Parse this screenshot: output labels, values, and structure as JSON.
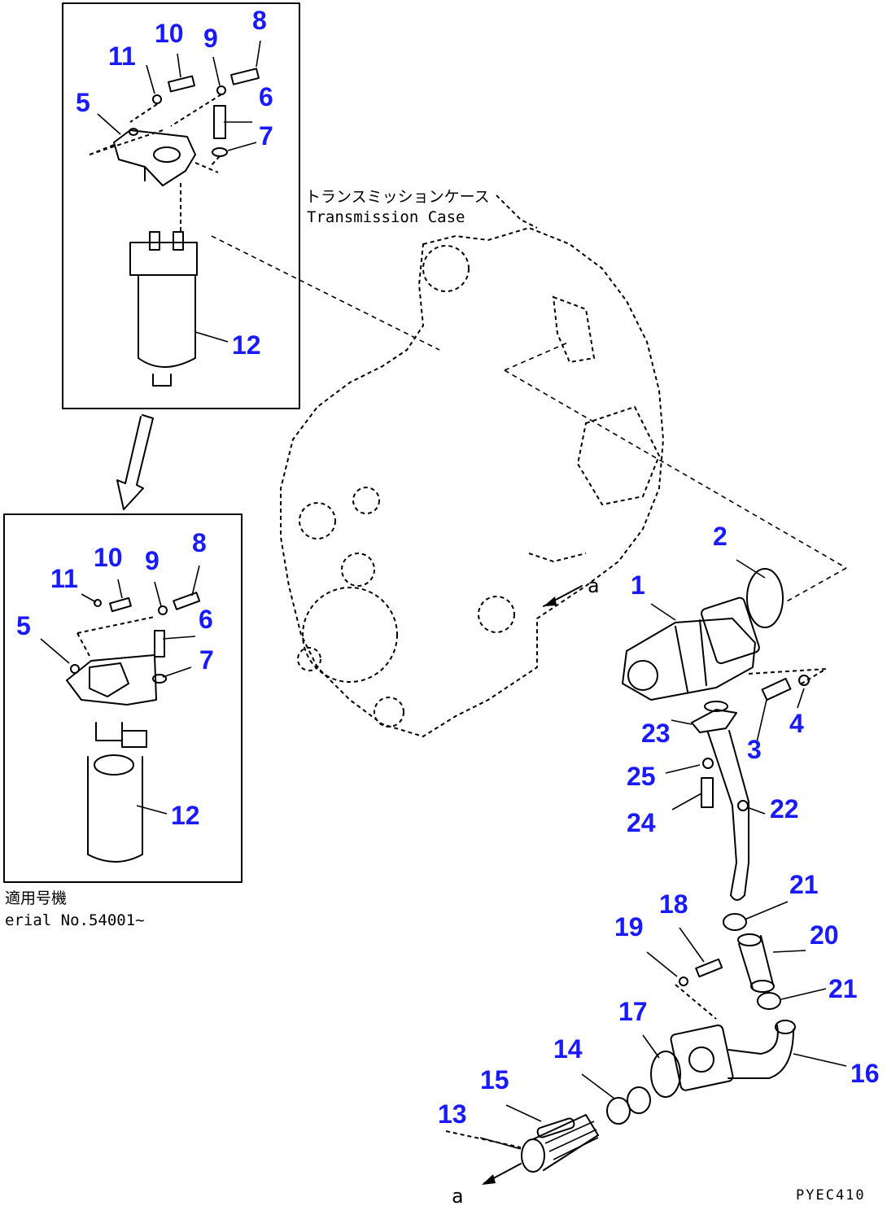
{
  "case_label": {
    "jp": "トランスミッションケース",
    "en": "Transmission Case"
  },
  "applicability": {
    "jp": "適用号機",
    "en": "erial No.54001~"
  },
  "reference": {
    "a_top": "a",
    "a_bottom": "a"
  },
  "drawing_code": "PYEC410",
  "callouts": {
    "box1": [
      "11",
      "10",
      "9",
      "8",
      "5",
      "6",
      "7",
      "12"
    ],
    "box2": [
      "11",
      "10",
      "9",
      "8",
      "5",
      "6",
      "7",
      "12"
    ],
    "main": [
      "1",
      "2",
      "3",
      "4",
      "23",
      "25",
      "24",
      "22",
      "21",
      "20",
      "21",
      "19",
      "18",
      "17",
      "14",
      "15",
      "13",
      "16"
    ]
  }
}
